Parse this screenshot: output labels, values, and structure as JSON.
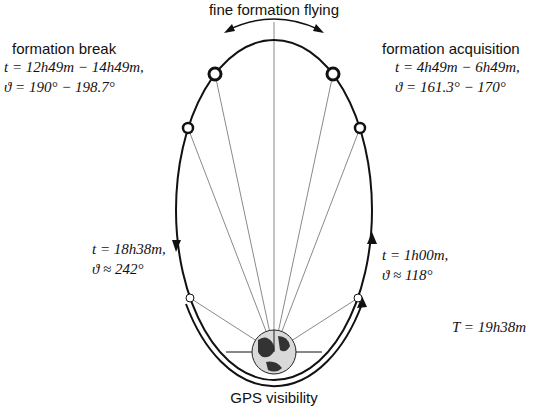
{
  "diagram": {
    "labels": [
      "fine formation flying",
      "formation break",
      "t = 12h49m − 14h49m,",
      "ϑ = 190° − 198.7°",
      "formation acquisition",
      "t = 4h49m − 6h49m,",
      "ϑ = 161.3° − 170°",
      "t = 18h38m,",
      "ϑ ≈ 242°",
      "t = 1h00m,",
      "ϑ ≈ 118°",
      "T = 19h38m",
      "GPS visibility"
    ]
  }
}
